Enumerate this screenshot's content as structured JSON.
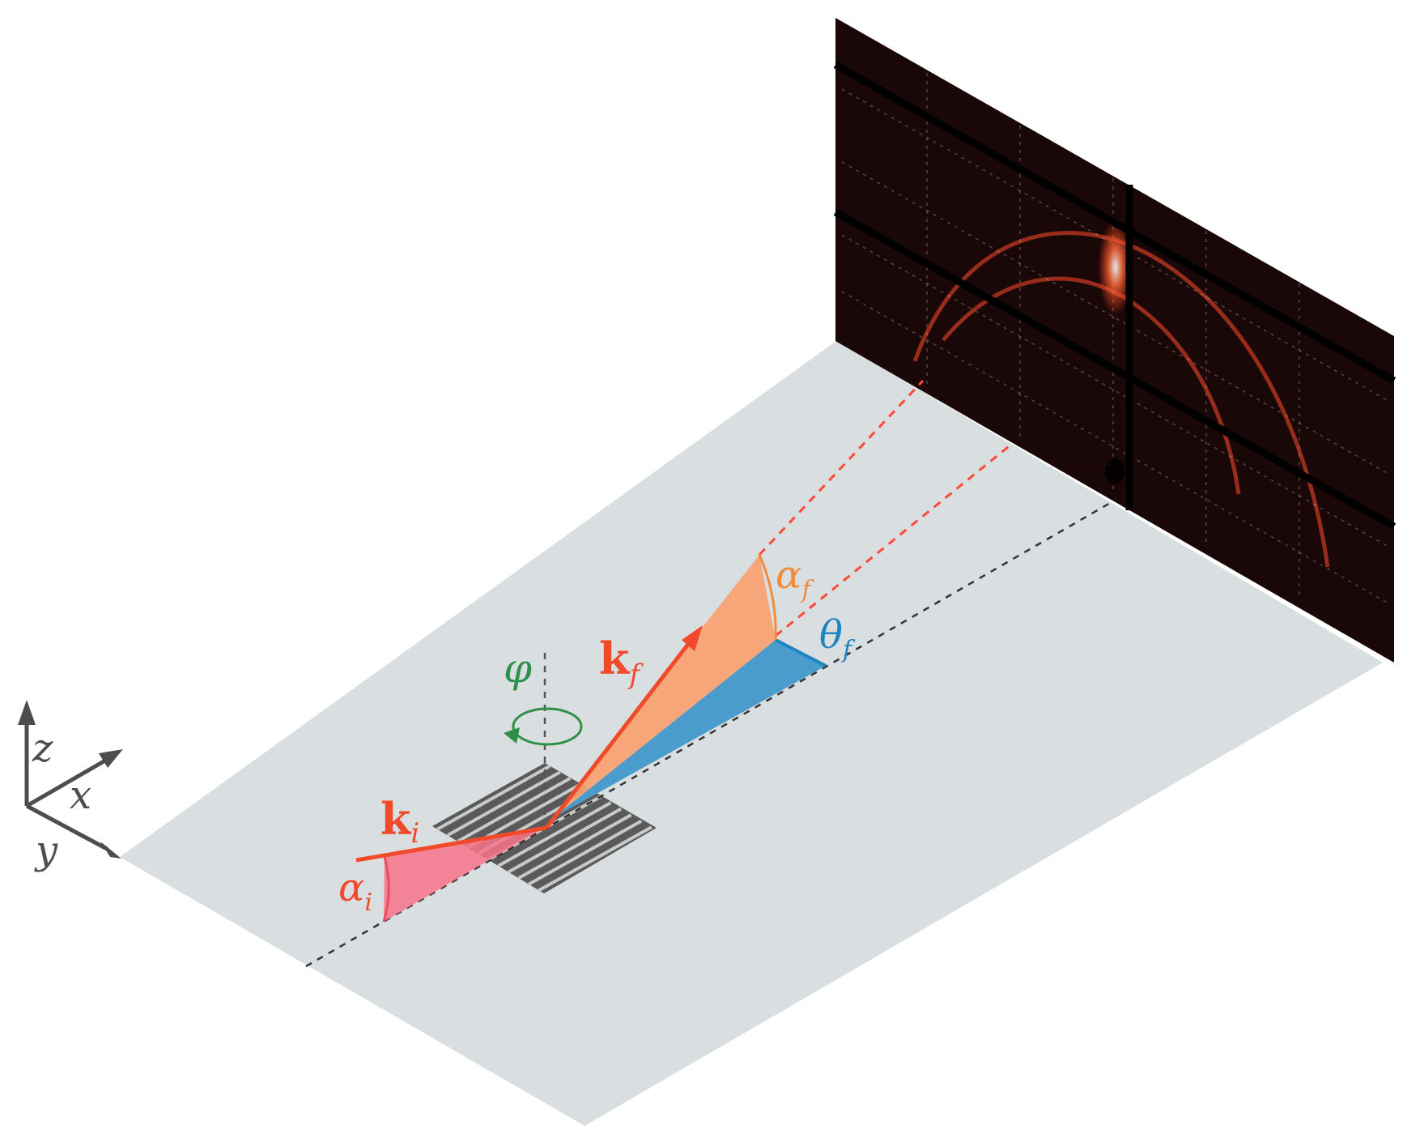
{
  "labels": {
    "z_axis": "z",
    "x_axis": "x",
    "y_axis": "y",
    "phi": "φ",
    "k_i_main": "k",
    "k_i_sub": "i",
    "k_f_main": "k",
    "k_f_sub": "f",
    "alpha_i_main": "α",
    "alpha_i_sub": "i",
    "alpha_f_main": "α",
    "alpha_f_sub": "f",
    "theta_f_main": "θ",
    "theta_f_sub": "f"
  },
  "colors": {
    "plane": "#d9dee1",
    "beam": "#f04a2a",
    "alpha_i_fill": "#f7748a",
    "alpha_f_fill": "#f9a170",
    "alpha_f_label": "#f28c3c",
    "theta_fill": "#4a9ccc",
    "theta_label": "#1f84c0",
    "phi": "#2f8f47",
    "axes": "#4d4d4d",
    "detector_bg": "#1a0707",
    "detector_glow": "#ff4a2a"
  }
}
